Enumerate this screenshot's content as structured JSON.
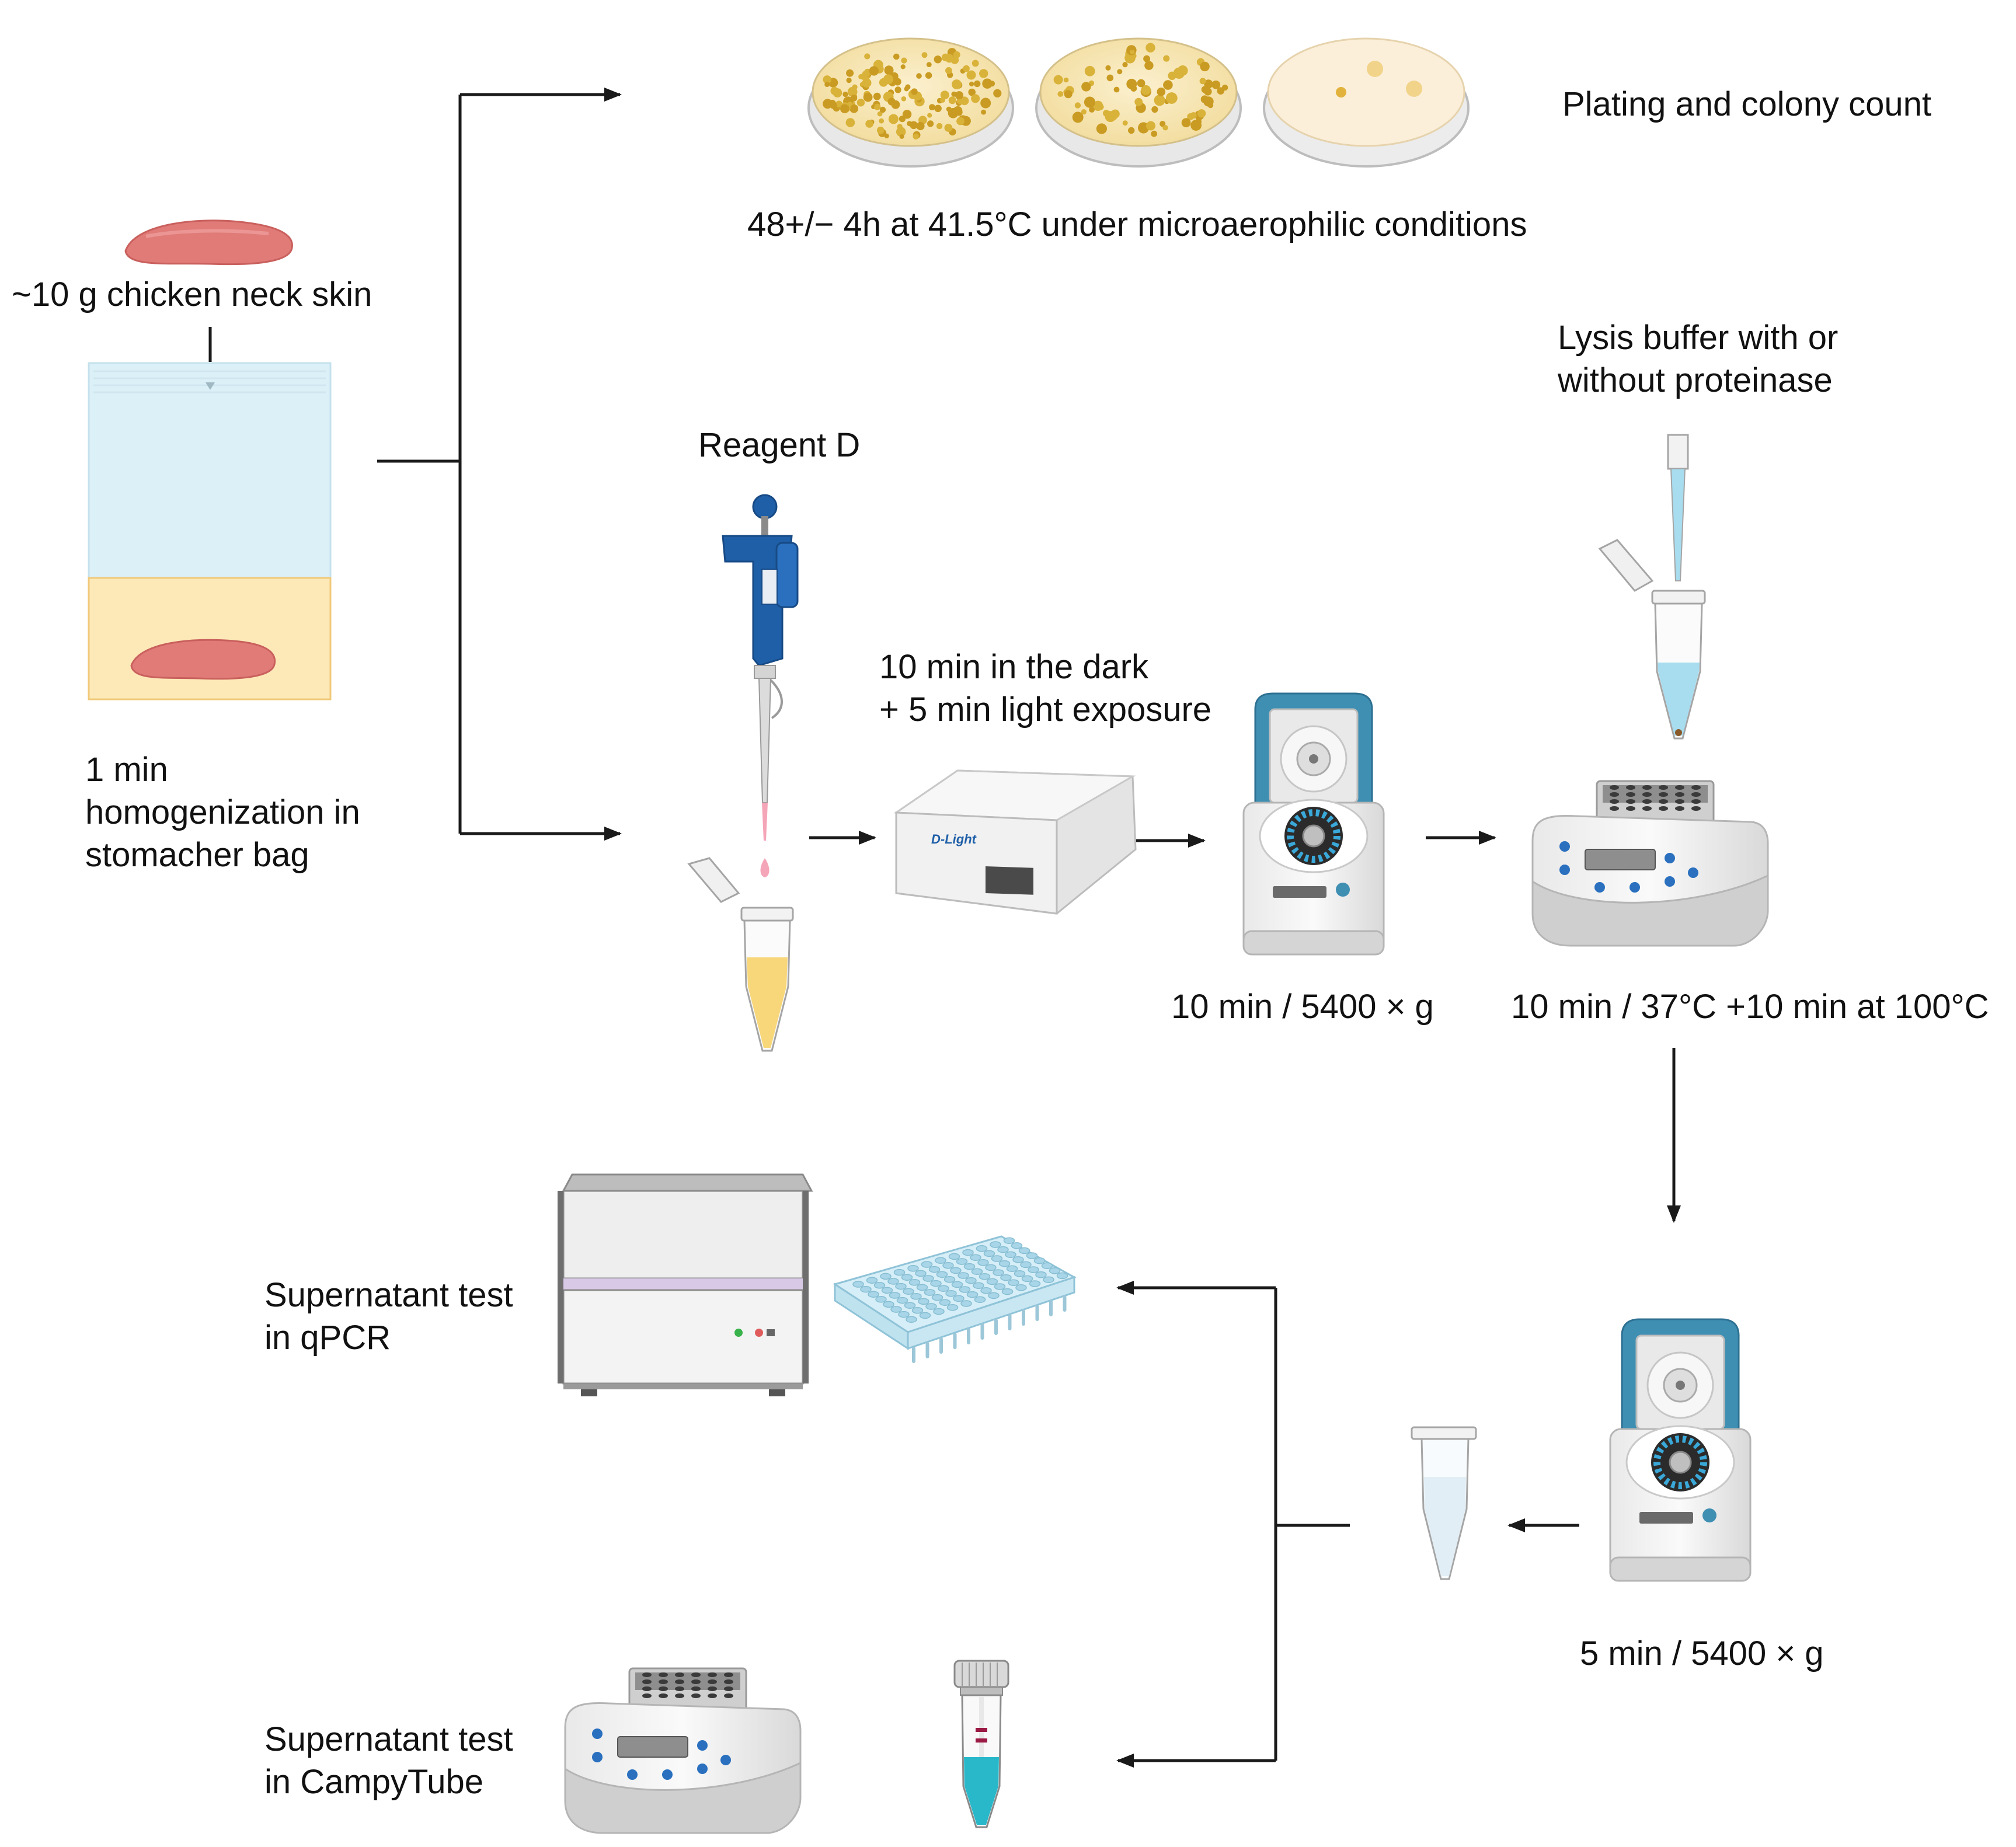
{
  "labels": {
    "sample": "~10 g chicken neck skin",
    "homogenization": [
      "1 min",
      "homogenization in",
      "stomacher bag"
    ],
    "plating": "Plating and colony count",
    "incubation": "48+/− 4h at 41.5°C under microaerophilic conditions",
    "reagent": "Reagent D",
    "dark": [
      "10 min in the dark",
      "+ 5 min light exposure"
    ],
    "lysis": [
      "Lysis buffer with or",
      "without proteinase"
    ],
    "centrifuge_1": "10 min / 5400 × g",
    "heat_block": "10 min / 37°C +10 min at 100°C",
    "centrifuge_2": "5 min / 5400 × g",
    "qpcr": [
      "Supernatant test",
      "in qPCR"
    ],
    "campytube": [
      "Supernatant test",
      "in CampyTube"
    ]
  },
  "device_label": "D-Light",
  "colors": {
    "arrow": "#1a1a1a",
    "meat": "#e07b78",
    "bag_top": "#dcf0f8",
    "bag_liquid": "#fde9b8",
    "plate_agar": "#f7e6b8",
    "colony": "#d9b23a",
    "pipette_blue": "#1f5fa8",
    "lid_blue": "#3f8fb3",
    "reagent_pink": "#f5a5b8",
    "tube_yellow": "#f7d77a",
    "tube_blue": "#a8dcef",
    "campytube_cyan": "#29b8c9",
    "device_grey": "#e8e8e8"
  }
}
